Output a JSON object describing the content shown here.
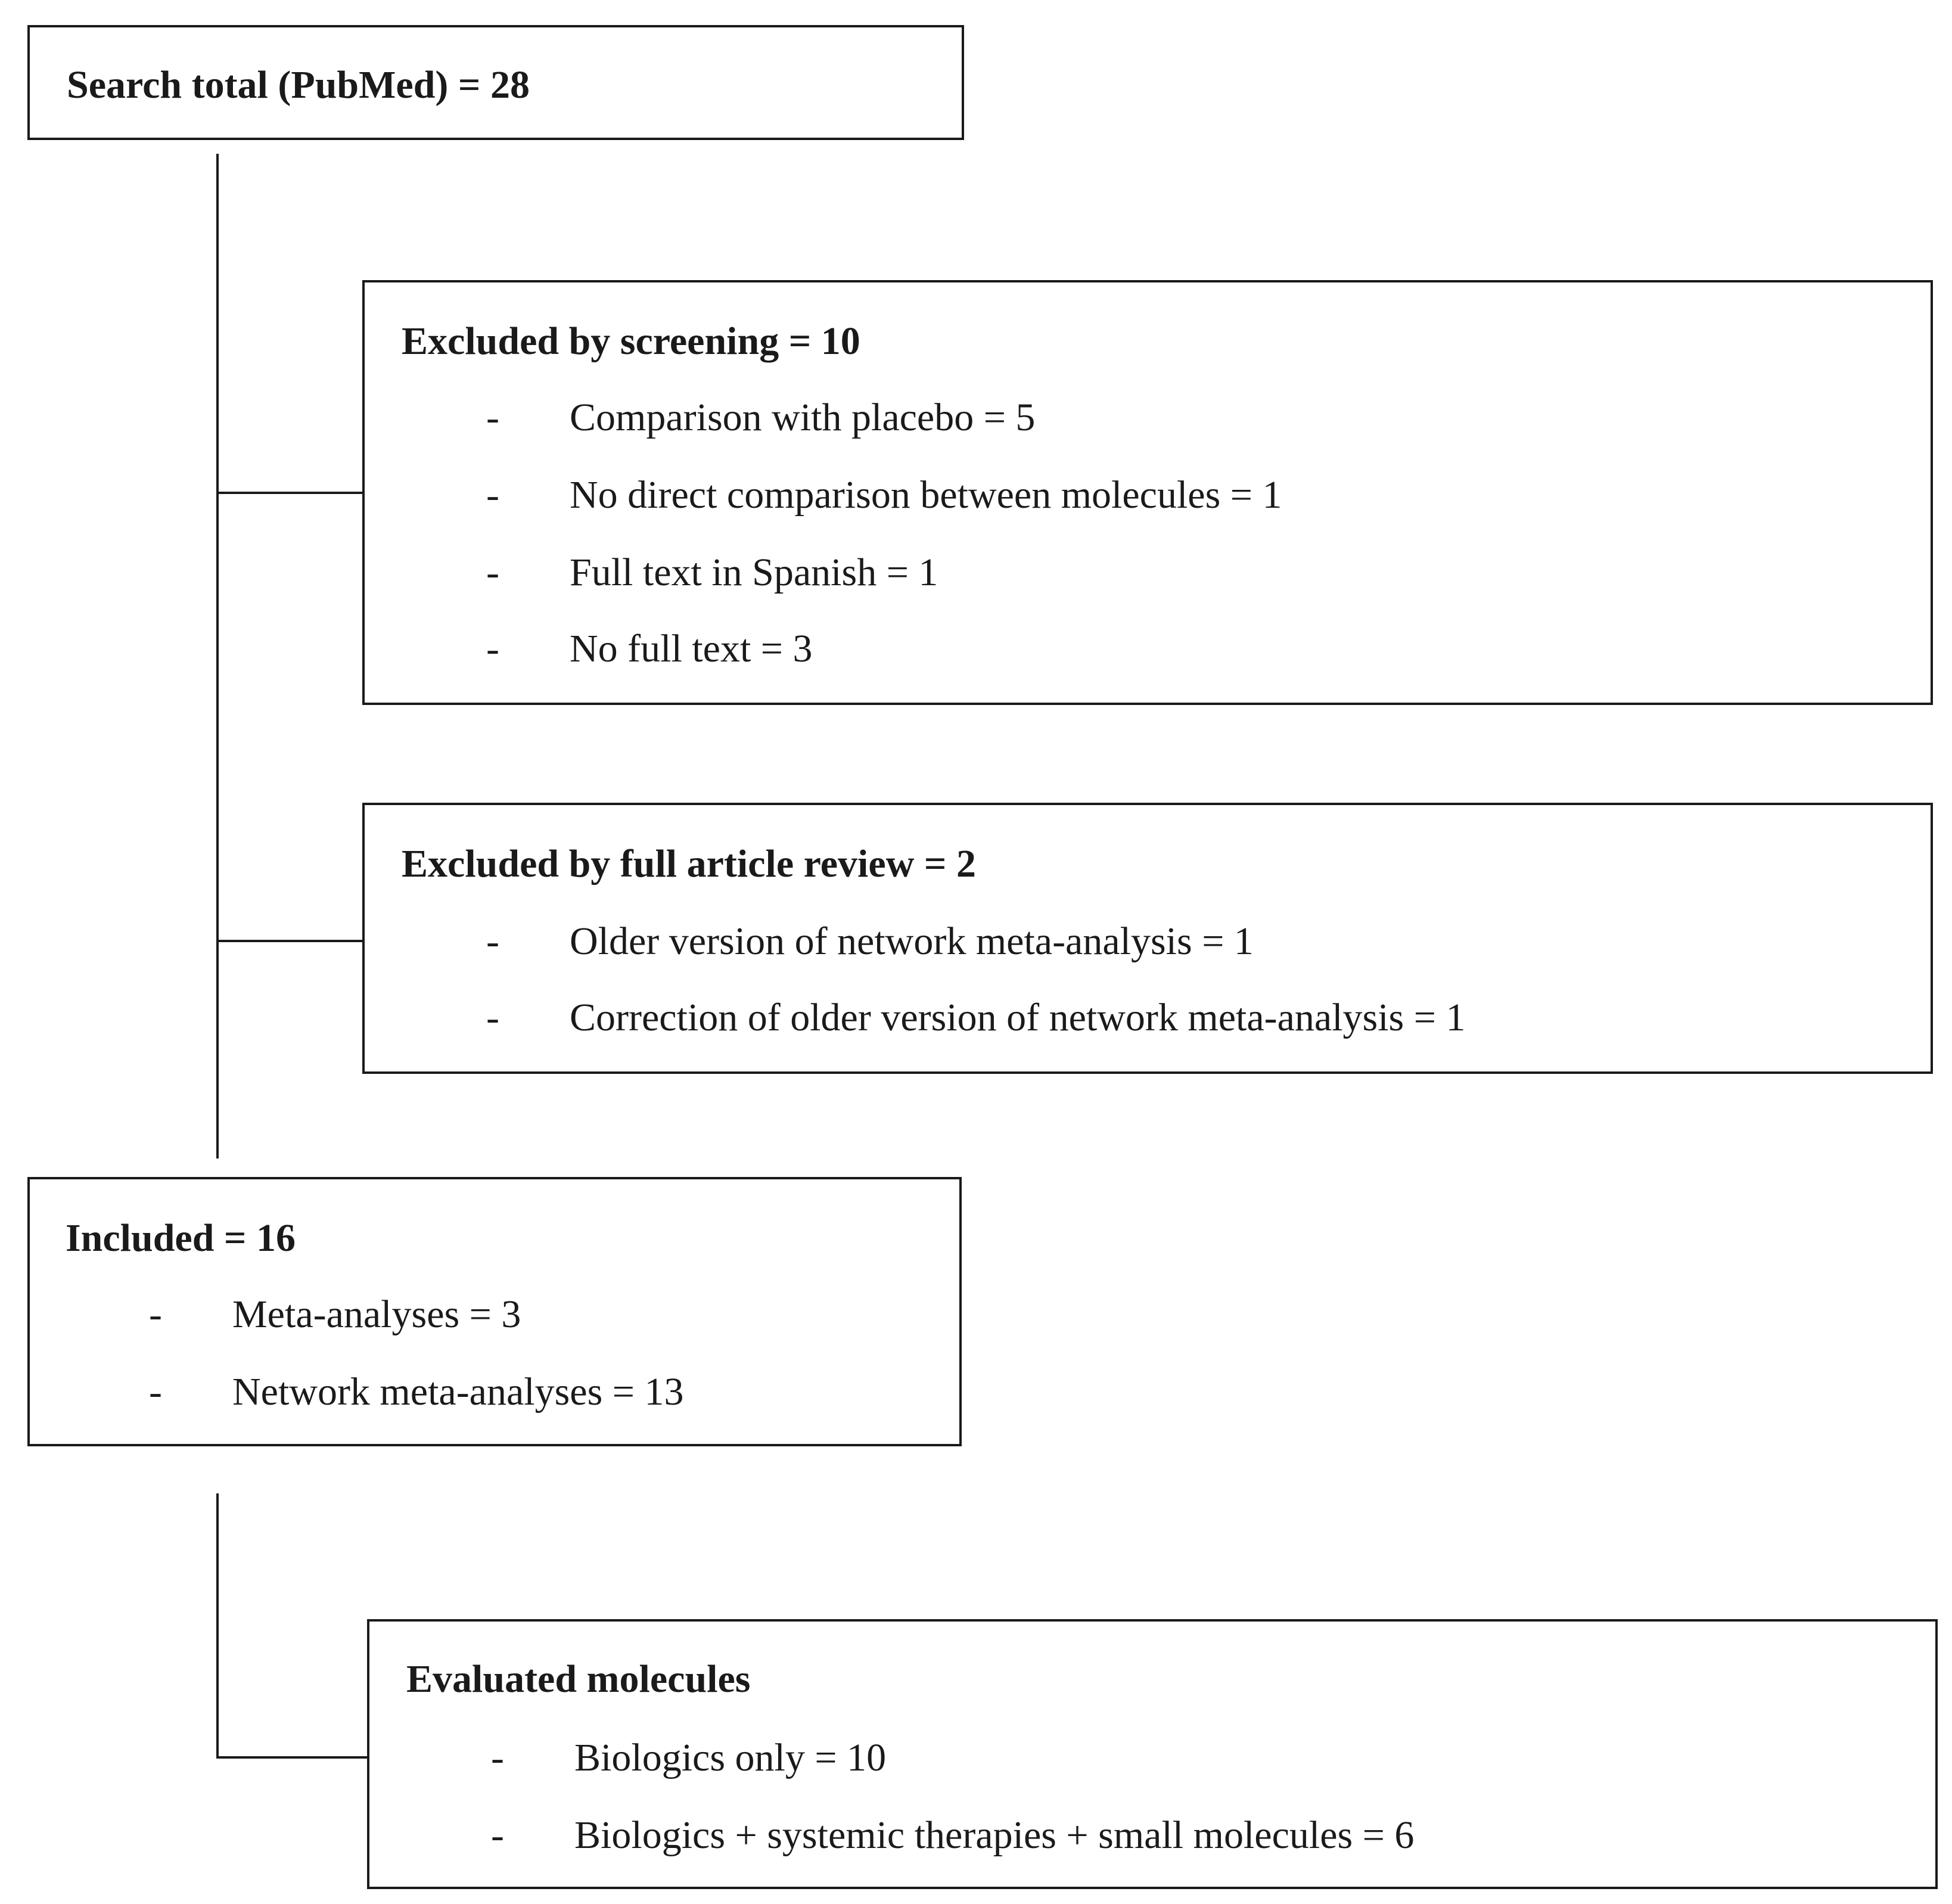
{
  "search": {
    "title": "Search total (PubMed) = 28"
  },
  "screening": {
    "title": "Excluded by screening = 10",
    "items": [
      "Comparison with placebo = 5",
      "No direct comparison between molecules = 1",
      "Full text in Spanish = 1",
      "No full text = 3"
    ]
  },
  "full_review": {
    "title": "Excluded by full article review = 2",
    "items": [
      "Older version of network meta-analysis = 1",
      "Correction of older version of network meta-analysis = 1"
    ]
  },
  "included": {
    "title": "Included = 16",
    "items": [
      "Meta-analyses = 3",
      "Network meta-analyses = 13"
    ]
  },
  "evaluated": {
    "title": "Evaluated molecules",
    "items": [
      "Biologics only = 10",
      "Biologics + systemic therapies + small molecules = 6"
    ]
  },
  "bullet": "-"
}
